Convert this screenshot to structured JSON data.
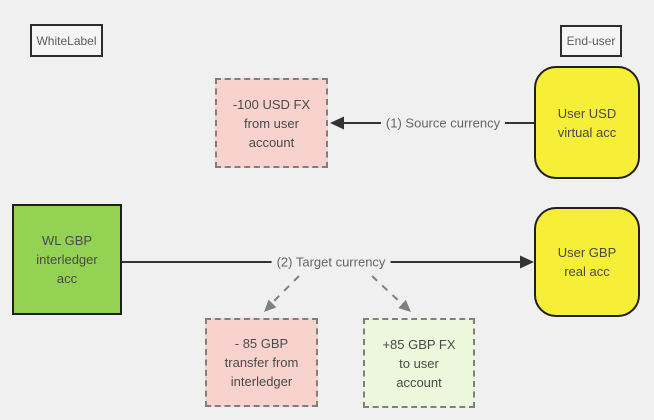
{
  "diagram": {
    "background": "#f0f0f0",
    "colors": {
      "yellow_node": "#f7ee37",
      "green_node": "#94d253",
      "pink_node": "#f8d3ce",
      "light_green_node": "#ebf8dc",
      "group_label_fill": "#f5f5f5",
      "solid_edge": "#333333",
      "dashed_edge": "#808080",
      "node_border": "#1f1f1f",
      "dashed_border": "#7f7f7f"
    },
    "group_labels": {
      "whitelabel": "WhiteLabel",
      "enduser": "End-user"
    },
    "nodes": {
      "usd_fx_debit": {
        "lines": [
          "-100 USD FX",
          "from user",
          "account"
        ]
      },
      "user_usd_virtual": {
        "lines": [
          "User USD",
          "virtual acc"
        ]
      },
      "wl_gbp_interledger": {
        "lines": [
          "WL GBP",
          "interledger",
          "acc"
        ]
      },
      "user_gbp_real": {
        "lines": [
          "User GBP",
          "real acc"
        ]
      },
      "gbp_transfer_debit": {
        "lines": [
          "- 85 GBP",
          "transfer from",
          "interledger"
        ]
      },
      "gbp_fx_credit": {
        "lines": [
          "+85 GBP FX",
          "to user",
          "account"
        ]
      }
    },
    "edges": {
      "source_currency": {
        "label": "(1) Source currency"
      },
      "target_currency": {
        "label": "(2) Target currency"
      }
    }
  }
}
